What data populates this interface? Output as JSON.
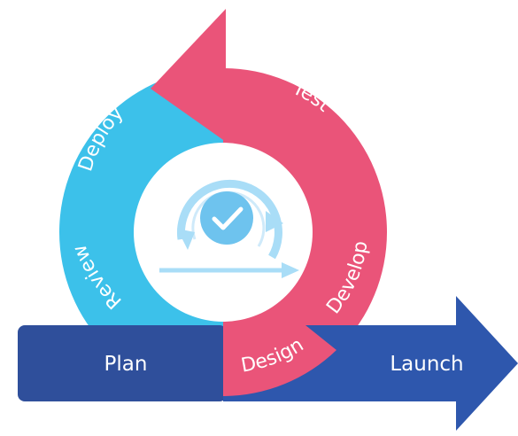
{
  "diagram": {
    "stages": {
      "test": "Test",
      "deploy": "Deploy",
      "review": "Review",
      "develop": "Develop",
      "design": "Design"
    },
    "timeline": {
      "start_label": "Plan",
      "end_label": "Launch"
    },
    "center_icon": "agile-cycle-checkmark-icon"
  },
  "colors": {
    "ring_blue": "#3cc1ea",
    "ring_red": "#ea5479",
    "bar_left": "#2f4f9b",
    "bar_right": "#2e57ad",
    "icon_light": "#a9ddf7",
    "icon_dark": "#6ec3ee",
    "background": "#ffffff"
  }
}
